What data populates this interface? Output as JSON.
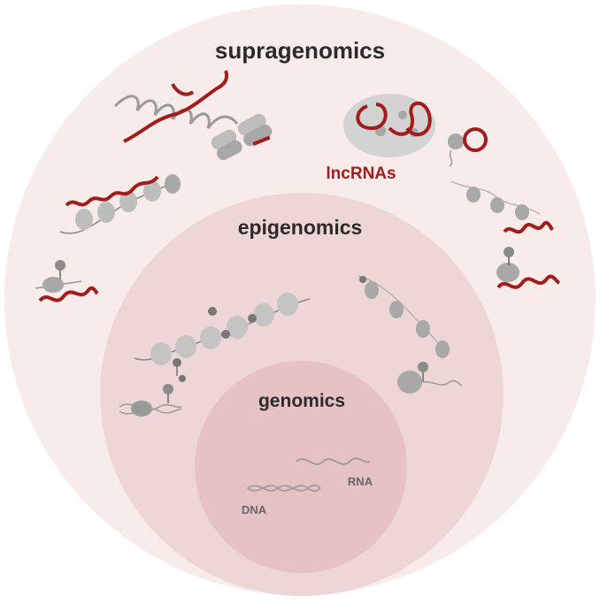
{
  "labels": {
    "supragenomics": "supragenomics",
    "epigenomics": "epigenomics",
    "genomics": "genomics",
    "lncrnas": "lncRNAs",
    "dna": "DNA",
    "rna": "RNA"
  },
  "colors": {
    "outer_ring": "#f8ecea",
    "middle_ring": "#efd6d6",
    "inner_ring": "#e6c2c5",
    "lncrna_red": "#a31b1b",
    "chromatin_gray": "#b9b9b9",
    "dark_gray": "#8c8c8c",
    "label_text": "#2b2b2b"
  }
}
